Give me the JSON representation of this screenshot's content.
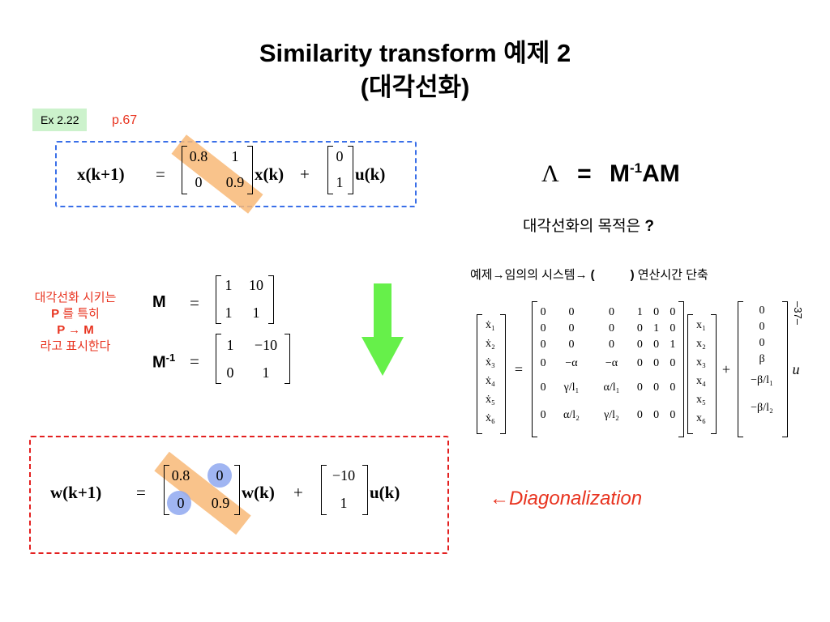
{
  "title": {
    "line1": "Similarity transform 예제 2",
    "line2": "(대각선화)"
  },
  "example": {
    "badge": "Ex 2.22",
    "page": "p.67"
  },
  "state_eq": {
    "lhs": "x(k+1)",
    "equals": "=",
    "A": [
      [
        "0.8",
        "1"
      ],
      [
        "0",
        "0.9"
      ]
    ],
    "x": "x(k)",
    "plus": "+",
    "B": [
      [
        "0"
      ],
      [
        "1"
      ]
    ],
    "u": "u(k)"
  },
  "lambda_eq": {
    "lambda": "Λ",
    "equals": "=",
    "rhs_m": "M",
    "rhs_sup": "-1",
    "rhs_rest": "AM"
  },
  "question": {
    "text": "대각선화의 목적은",
    "mark": "?"
  },
  "note_right": {
    "part1": "예제",
    "arrow1": "→",
    "part2": "임의의 시스템",
    "arrow2": "→",
    "paren_open": "(",
    "paren_close": ")",
    "part3": "연산시간  단축"
  },
  "side_note": {
    "line1": "대각선화 시키는",
    "line2_p": "P",
    "line2_rest": " 를 특히",
    "line3": "P  →  M",
    "line4": "라고 표시한다"
  },
  "m_matrix": {
    "label": "M",
    "equals": "=",
    "values": [
      [
        "1",
        "10"
      ],
      [
        "1",
        "1"
      ]
    ]
  },
  "m_inv_matrix": {
    "label": "M",
    "sup": "-1",
    "equals": "=",
    "values": [
      [
        "1",
        "−10"
      ],
      [
        "0",
        "1"
      ]
    ]
  },
  "big_system": {
    "lhs": [
      "ẋ₁",
      "ẋ₂",
      "ẋ₃",
      "ẋ₄",
      "ẋ₅",
      "ẋ₆"
    ],
    "equals": "=",
    "A": [
      [
        "0",
        "0",
        "0",
        "1",
        "0",
        "0"
      ],
      [
        "0",
        "0",
        "0",
        "0",
        "1",
        "0"
      ],
      [
        "0",
        "0",
        "0",
        "0",
        "0",
        "1"
      ],
      [
        "0",
        "−α",
        "−α",
        "0",
        "0",
        "0"
      ],
      [
        "0",
        "γ/l₁",
        "α/l₁",
        "0",
        "0",
        "0"
      ],
      [
        "0",
        "α/l₂",
        "γ/l₂",
        "0",
        "0",
        "0"
      ]
    ],
    "x": [
      "x₁",
      "x₂",
      "x₃",
      "x₄",
      "x₅",
      "x₆"
    ],
    "plus": "+",
    "B": [
      "0",
      "0",
      "0",
      "β",
      "−β/l₁",
      "−β/l₂"
    ],
    "u": "u"
  },
  "page_number": "–37–",
  "diag_eq": {
    "lhs": "w(k+1)",
    "equals": "=",
    "A": [
      [
        "0.8",
        "0"
      ],
      [
        "0",
        "0.9"
      ]
    ],
    "w": "w(k)",
    "plus": "+",
    "B": [
      [
        "−10"
      ],
      [
        "1"
      ]
    ],
    "u": "u(k)"
  },
  "diag_label": {
    "arrow": "←",
    "text": "Diagonalization"
  },
  "colors": {
    "blue_dash": "#3a6fe8",
    "red_dash": "#e31f1f",
    "highlight": "#f8b877",
    "circle": "#8fa8f0",
    "arrow_green": "#66f04a",
    "text_red": "#e8331f",
    "badge_bg": "#ccf2cc"
  }
}
